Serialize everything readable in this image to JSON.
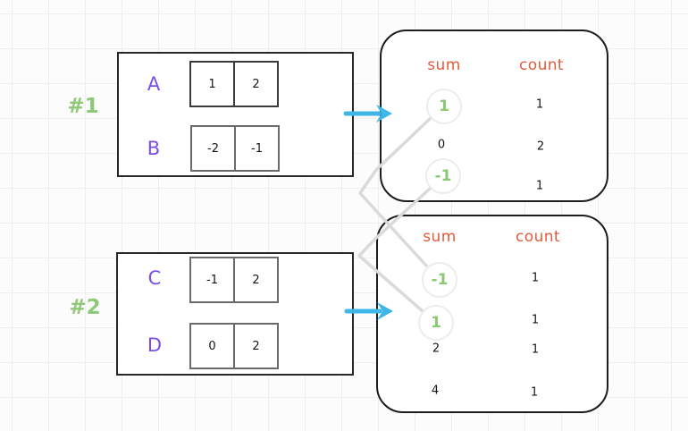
{
  "diagram": {
    "groups": [
      {
        "id": "#1",
        "rows": [
          {
            "label": "A",
            "cells": [
              "1",
              "2"
            ]
          },
          {
            "label": "B",
            "cells": [
              "-2",
              "-1"
            ]
          }
        ]
      },
      {
        "id": "#2",
        "rows": [
          {
            "label": "C",
            "cells": [
              "-1",
              "2"
            ]
          },
          {
            "label": "D",
            "cells": [
              "0",
              "2"
            ]
          }
        ]
      }
    ],
    "tables": [
      {
        "headers": {
          "sum": "sum",
          "count": "count"
        },
        "rows": [
          {
            "sum": "1",
            "count": "1",
            "highlighted": true
          },
          {
            "sum": "0",
            "count": "2",
            "highlighted": false
          },
          {
            "sum": "-1",
            "count": "1",
            "highlighted": true
          }
        ]
      },
      {
        "headers": {
          "sum": "sum",
          "count": "count"
        },
        "rows": [
          {
            "sum": "-1",
            "count": "1",
            "highlighted": true
          },
          {
            "sum": "1",
            "count": "1",
            "highlighted": true
          },
          {
            "sum": "2",
            "count": "1",
            "highlighted": false
          },
          {
            "sum": "4",
            "count": "1",
            "highlighted": false
          }
        ]
      }
    ],
    "colors": {
      "group_label_green": "#8fc977",
      "highlight_green": "#8dc873",
      "array_label_purple": "#7a4cf0",
      "header_orange": "#e15b3c",
      "arrow_blue": "#3eb7e8",
      "connector_gray": "#dadada"
    }
  }
}
